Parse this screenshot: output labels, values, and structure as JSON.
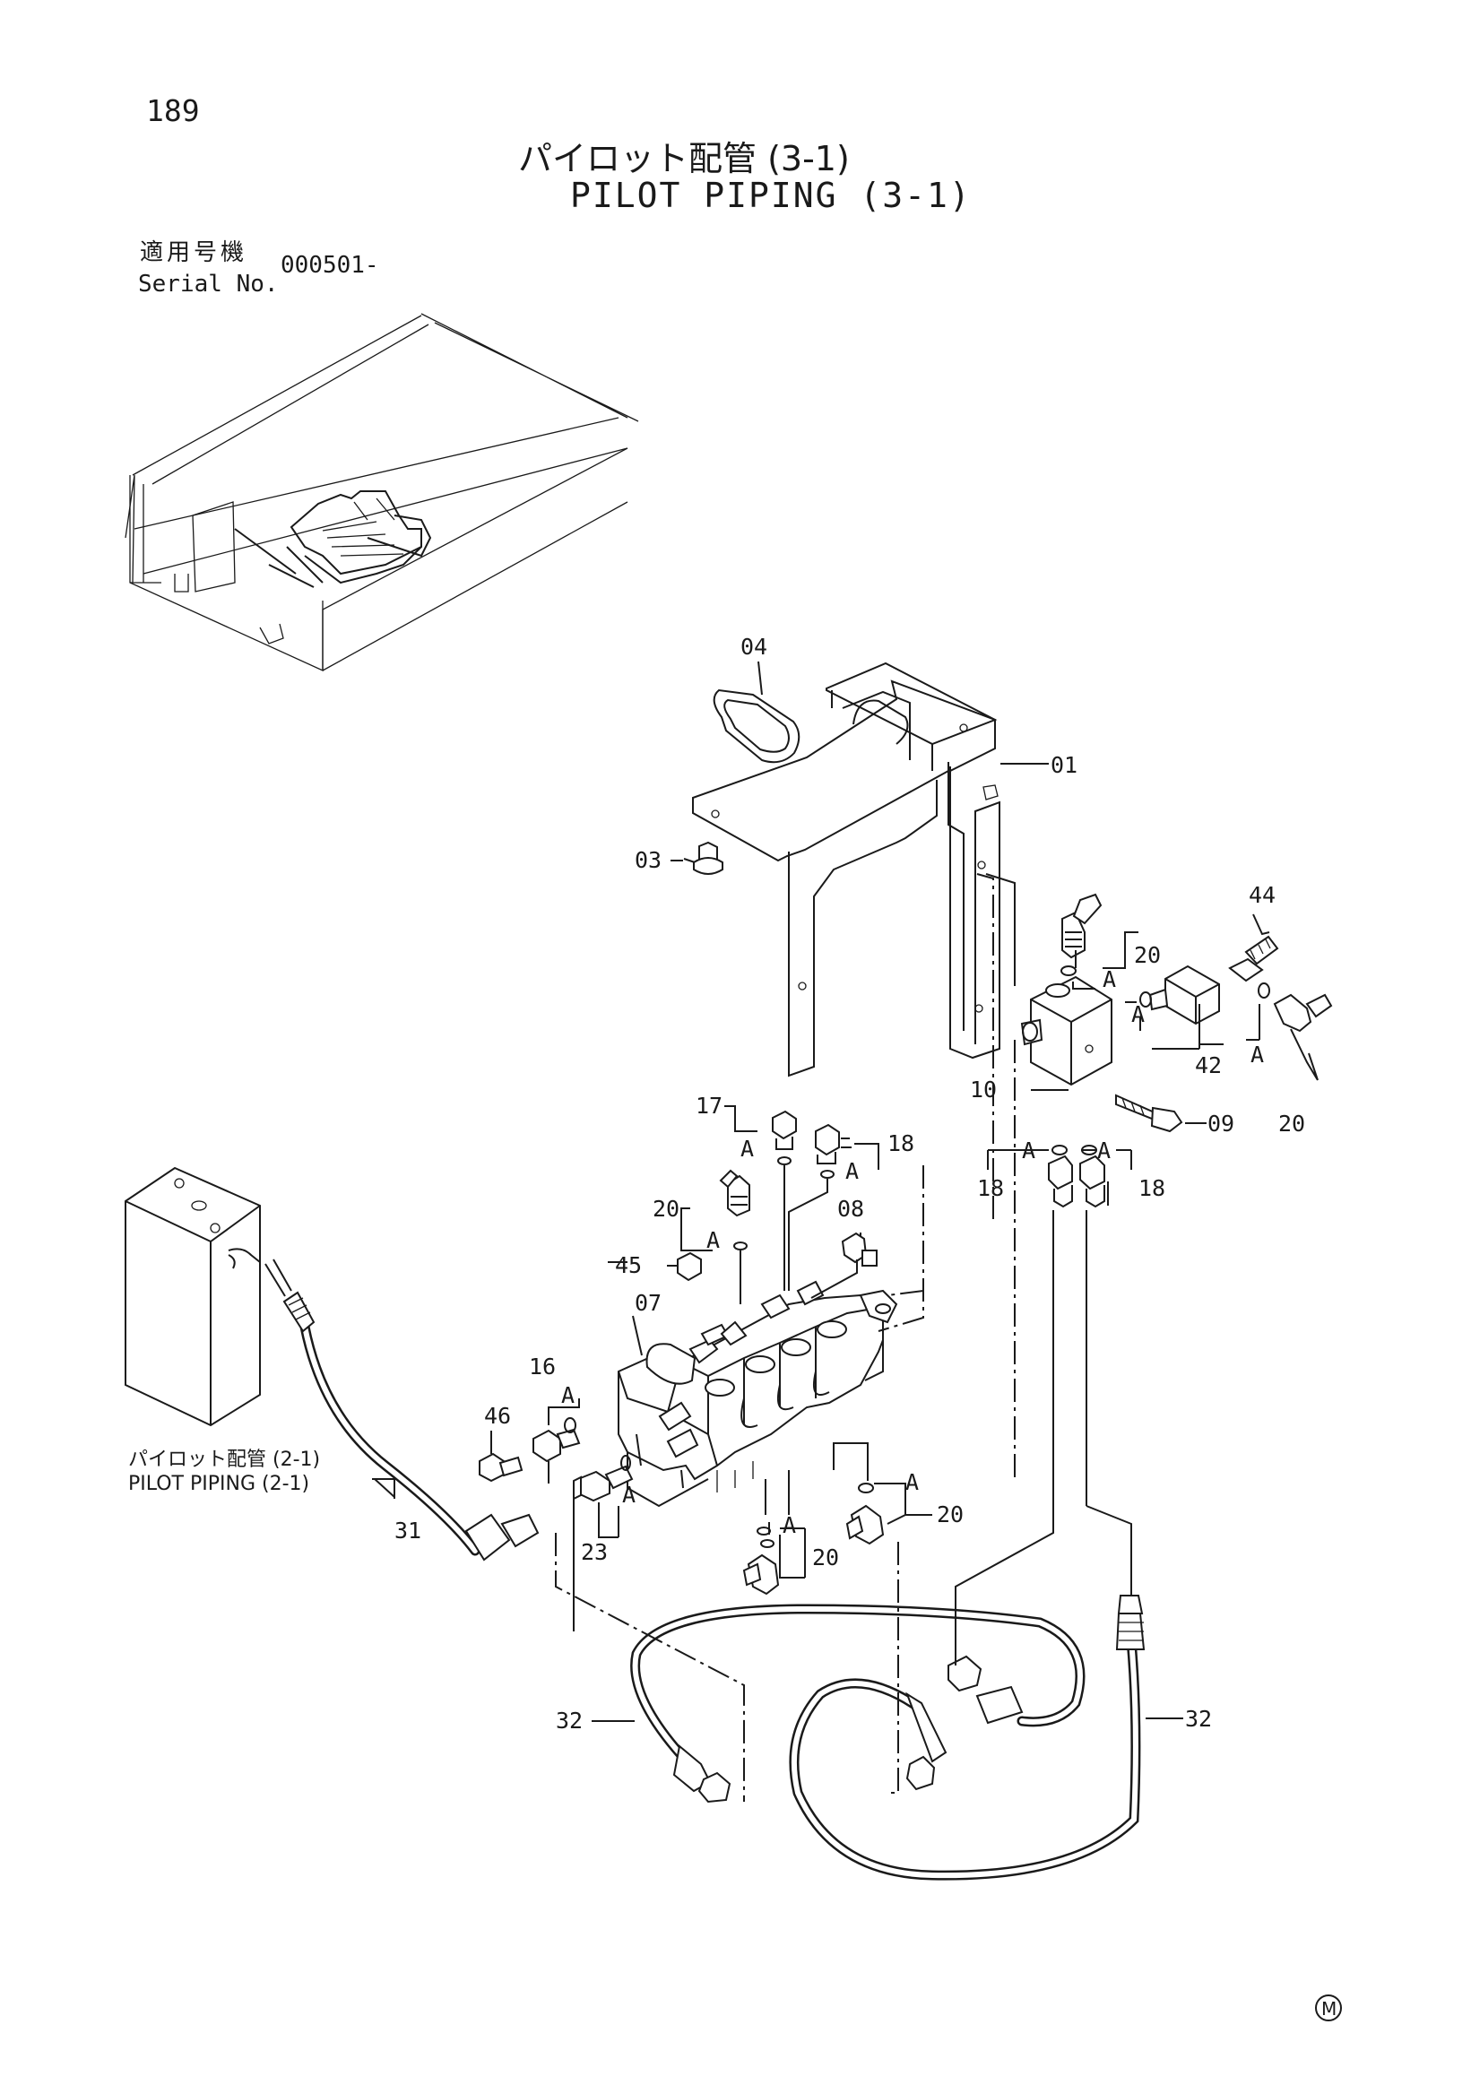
{
  "header": {
    "page_number": "189",
    "title_jp": "パイロット配管 (3-1)",
    "title_en": "PILOT PIPING (3-1)",
    "serial_label_jp": "適用号機",
    "serial_label_en": "Serial No.",
    "serial_value": "000501-"
  },
  "reference": {
    "label_jp": "パイロット配管 (2-1)",
    "label_en": "PILOT PIPING (2-1)"
  },
  "callouts": {
    "p01": "01",
    "p03": "03",
    "p04": "04",
    "p07": "07",
    "p08": "08",
    "p09": "09",
    "p10": "10",
    "p16": "16",
    "p17": "17",
    "p18_valve": "18",
    "p18_left": "18",
    "p18_right": "18",
    "p20_top": "20",
    "p20_right": "20",
    "p20_left": "20",
    "p20_lower_mid": "20",
    "p20_lower_right": "20",
    "p23": "23",
    "p31": "31",
    "p32_left": "32",
    "p32_right": "32",
    "p42": "42",
    "p44": "44",
    "p45": "45",
    "p46": "46",
    "a_marker": "A"
  },
  "footer": {
    "mark": "M"
  }
}
